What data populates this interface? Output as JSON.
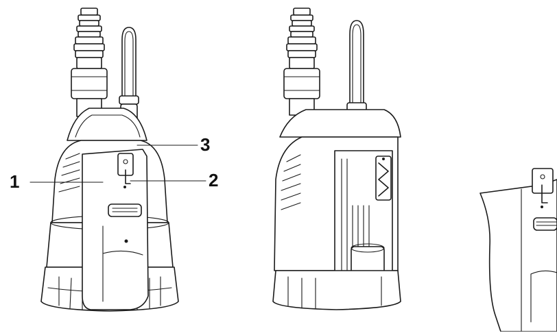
{
  "figure": {
    "callouts": {
      "one": "1",
      "two": "2",
      "three": "3"
    },
    "panels": [
      "assembled-pump",
      "cutaway-pump",
      "float-switch-cover"
    ]
  },
  "colors": {
    "line": "#1a1a1a",
    "background": "#ffffff"
  }
}
